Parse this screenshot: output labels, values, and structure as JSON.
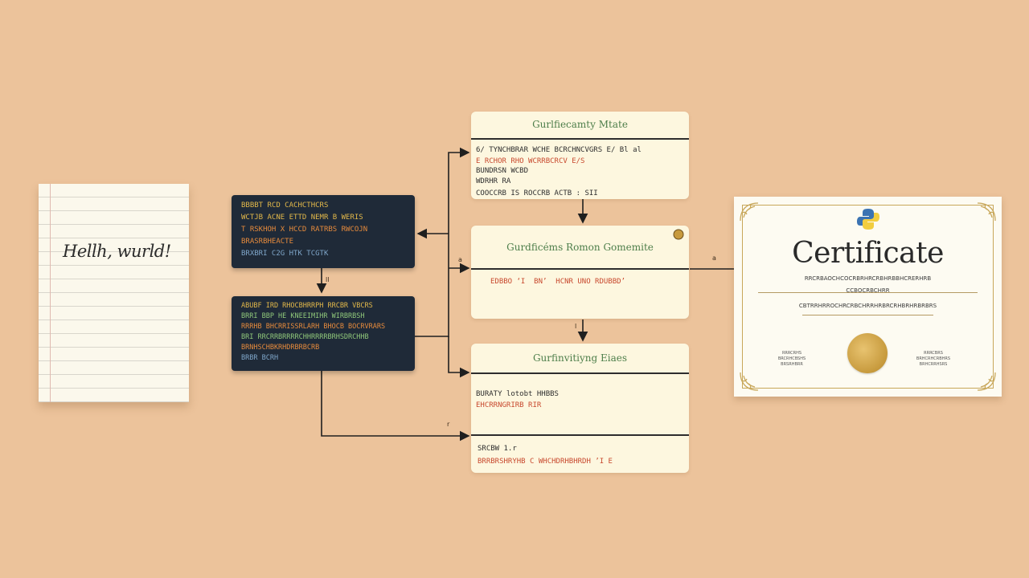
{
  "notepad": {
    "text": "Hellh, wurld!"
  },
  "code_block_1": {
    "lines": [
      {
        "text": "BBBBT  RCD  CACHCTHCRS",
        "color": "#e2b84a"
      },
      {
        "text": "WCTJB   ACNE ETTD NEMR  B  WERIS",
        "color": "#e2b84a"
      },
      {
        "text": "  T  RSKHOH  X  HCCD  RATRBS  RWCOJN",
        "color": "#e58a3c"
      },
      {
        "text": "BRASRBHEACTE",
        "color": "#e58a3c"
      },
      {
        "text": "BRXBRI  C2G  HTK  TCGTK",
        "color": "#7fa6c9"
      }
    ]
  },
  "code_block_2": {
    "lines": [
      {
        "text": "ABUBF  IRD  RHOCBHRRPH  RRCBR  VBCRS",
        "color": "#e2b84a"
      },
      {
        "text": "  BRRI  BBP  HE  KNEEIMIHR  WIRBRBSH",
        "color": "#8fc77a"
      },
      {
        "text": "  RRRHB  BHCRRISSRLARH  BHOCB  BOCRVRARS",
        "color": "#e58a3c"
      },
      {
        "text": "BRI  RRCRRBRRRRCHHRRRRBRHSDRCHHB",
        "color": "#8fc77a"
      },
      {
        "text": "BRNHSCHBKRHDRBRBCRB",
        "color": "#e58a3c"
      },
      {
        "text": "  BRBR  BCRH",
        "color": "#7fa6c9"
      }
    ]
  },
  "card_top": {
    "title": "Gurlfiecamty Mtate",
    "lines": [
      {
        "text": "6/  TYNCHBRAR  WCHE  BCRCHNCVGRS  E/  Bl  al",
        "color": "#2e2e2e"
      },
      {
        "text": "    E  RCHOR  RHO  WCRRBCRCV  E/S",
        "color": "#c8492e"
      },
      {
        "text": "BUNDRSN  WCBD",
        "color": "#2e2e2e"
      },
      {
        "text": "     WDRHR  RA",
        "color": "#2e2e2e"
      },
      {
        "text": "   COOCCRB  IS   ROCCRB  ACTB  :  SII",
        "color": "#2e2e2e"
      }
    ]
  },
  "card_middle": {
    "title": "Gurdficéms Romon Gomemite",
    "lines": [
      {
        "text": "EDBBO  ‘I   BN’   HCNR  UNO  RDUBBD’",
        "color": "#c8492e"
      }
    ]
  },
  "card_bottom": {
    "title": "Gurfinvitiyng Eiaes",
    "lines": [
      {
        "text": "BURATY  lotobt  HHBBS",
        "color": "#2e2e2e"
      },
      {
        "text": "EHCRRNGRIRB  RIR",
        "color": "#c8492e"
      }
    ],
    "footer_lines": [
      {
        "text": "SRCBW  1.r",
        "color": "#2e2e2e"
      },
      {
        "text": "BRRBRSHRYHB  C  WHCHDRHBHRDH  ’I  E",
        "color": "#c8492e"
      }
    ]
  },
  "connector_labels": [
    "ll",
    "a",
    "l",
    "r",
    "a"
  ],
  "certificate": {
    "title": "Certificate",
    "line1": "RRCRBAOCHCOCRBRHRCRBHRBBHCRERHRB",
    "line2": "CCBOCRBCHRR",
    "line3": "CBTRRHRROCHRCRBCHRRHRBRCRHBRHRBRBRS",
    "sig_left": "RRRCRHS\nBRCRHCBSHS\nBRSRHBRR",
    "sig_right": "RRRCBRS\nBRHCRHCRBHRS\nBRHCRRHSRS"
  },
  "colors": {
    "background": "#ecc39b",
    "code_bg": "#1f2a38",
    "card_bg": "#fdf7df",
    "card_title": "#4d7e4a",
    "seal_gold": "#d4a74b",
    "python_blue": "#3b73b2",
    "python_yellow": "#f2cd3f"
  }
}
